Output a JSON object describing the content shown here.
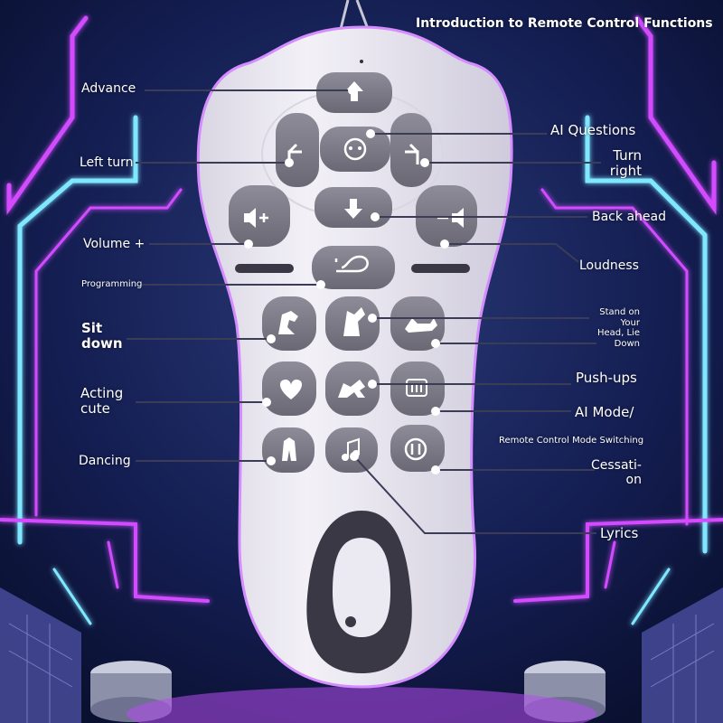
{
  "title": "Introduction to Remote Control Functions",
  "labels": {
    "advance": "Advance",
    "ai_questions": "AI Questions",
    "left_turn": "Left turn",
    "turn_right": "Turn\nright",
    "back_ahead": "Back ahead",
    "volume_plus": "Volume +",
    "loudness": "Loudness",
    "programming": "Programming",
    "sit_down": "Sit\ndown",
    "stand_on_head": "Stand on\nYour\nHead, Lie\nDown",
    "push_ups": "Push-ups",
    "acting_cute": "Acting\ncute",
    "ai_mode": "AI Mode/",
    "remote_mode": "Remote Control Mode Switching",
    "dancing": "Dancing",
    "cessation": "Cessati-\non",
    "lyrics": "Lyrics"
  },
  "colors": {
    "background": "#0d1640",
    "neon_pink": "#d24bff",
    "neon_cyan": "#7fe7ff",
    "remote_body": "#ebe9f2",
    "button": "#7f7d89",
    "button_dark": "#5f5d68",
    "leader_line": "#3a3d55"
  },
  "icons": {
    "advance": "arrow-up-icon",
    "ai_questions": "face-icon",
    "left_turn": "turn-left-arrow-icon",
    "turn_right": "turn-right-arrow-icon",
    "back": "arrow-down-icon",
    "volume_plus": "speaker-plus-icon",
    "volume_minus": "speaker-minus-icon",
    "programming": "program-path-icon",
    "sit_down": "dog-sit-icon",
    "stand_on_head": "dog-handstand-icon",
    "lie_down": "dog-lie-icon",
    "acting_cute": "heart-icon",
    "push_ups": "dog-pushup-icon",
    "ai_mode": "mode-switch-icon",
    "dancing": "dance-icon",
    "lyrics": "music-note-icon",
    "cessation": "pause-icon"
  }
}
